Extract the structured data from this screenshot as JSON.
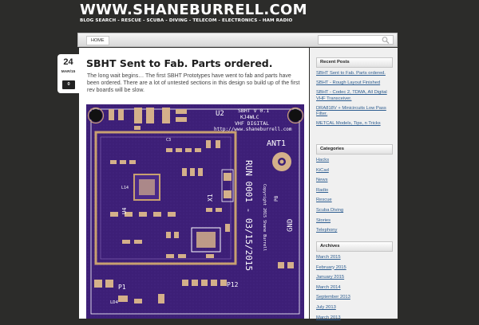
{
  "site": {
    "title": "WWW.SHANEBURRELL.COM",
    "tagline": "BLOG SEARCH - RESCUE - SCUBA - DIVING - TELECOM - ELECTRONICS - HAM RADIO"
  },
  "nav": {
    "home_label": "HOME"
  },
  "search": {
    "placeholder": ""
  },
  "post": {
    "day": "24",
    "month": "MAR/15",
    "comments": "0",
    "title": "SBHT Sent to Fab. Parts ordered.",
    "body": "The long wait begins…  The first SBHT Prototypes have went to fab and parts have been ordered. There are a lot of untested sections in this design so build up of the first rev boards will be slow."
  },
  "pcb": {
    "header_line1": "SBHT V 0.1",
    "header_line2": "KJ4WLC",
    "header_line3": "VHF DIGITAL",
    "header_line4": "http://www.shaneburrell.com",
    "u2": "U2",
    "u4": "U4",
    "x1": "X1",
    "ant": "ANT1",
    "run": "RUN 0001 - 03/15/2015",
    "copyright": "Copyright 2015 Shane Burrell",
    "p1": "P1",
    "p12": "P12",
    "p8": "P8",
    "gnd": "GND",
    "ld4": "LD4",
    "l14": "L14",
    "c3": "C3",
    "colors": {
      "board": "#3d1f77",
      "copper": "#c8a070",
      "silk": "#ffffff",
      "pad": "#d4b08a"
    }
  },
  "sidebar": {
    "recent_title": "Recent Posts",
    "recent": [
      "SBHT Sent to Fab. Parts ordered.",
      "SBHT - Rough Layout Finished",
      "SBHT - Codec 2, TDMA, All Digital VHF Transceiver.",
      "DRA818V + Minicircuits Low Pass Filter.",
      "METCAL Models, Tips, n Tricks"
    ],
    "categories_title": "Categories",
    "categories": [
      "Hacks",
      "KiCad",
      "News",
      "Radio",
      "Rescue",
      "Scuba Diving",
      "Stories",
      "Telephony"
    ],
    "archives_title": "Archives",
    "archives": [
      "March 2015",
      "February 2015",
      "January 2015",
      "March 2014",
      "September 2013",
      "July 2013",
      "March 2013"
    ]
  }
}
